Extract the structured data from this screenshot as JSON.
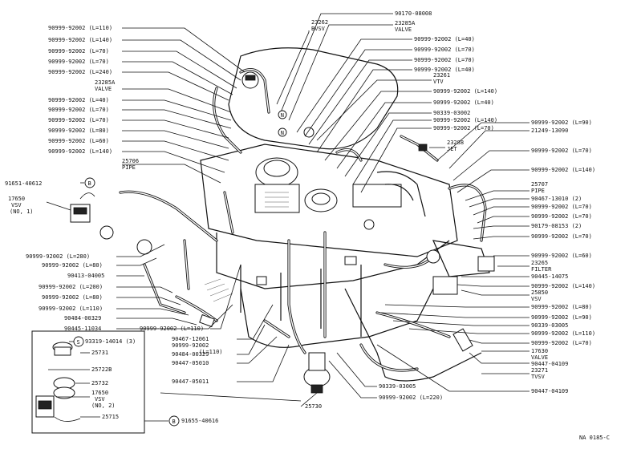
{
  "diagram_code": "NA 0185-C",
  "left_labels": [
    "90999-92002 (L=110)",
    "90999-92002 (L=140)",
    "90999-92002 (L=70)",
    "90999-92002 (L=70)",
    "90999-92002 (L=240)",
    "23285A",
    "VALVE",
    "90999-92002 (L=40)",
    "90999-92002 (L=70)",
    "90999-92002 (L=70)",
    "90999-92002 (L=80)",
    "90999-92002 (L=60)",
    "90999-92002 (L=140)",
    "25706",
    "PIPE",
    "91651-40612",
    "17650",
    "VSV",
    "(NO, 1)"
  ],
  "left_bottom_labels": [
    "90999-92002 (L=280)",
    "90999-92002 (L=80)",
    "90413-04005",
    "90999-92002 (L=200)",
    "90999-92002 (L=80)",
    "90999-92002 (L=110)",
    "90484-00329",
    "90445-11034",
    "90999-92002 (L=110)"
  ],
  "top_labels": [
    "23262",
    "BVSV",
    "90170-08008",
    "23285A",
    "VALVE"
  ],
  "center_labels": [
    "90999-92002 (L=40)",
    "90999-92002 (L=70)",
    "90999-92002 (L=70)",
    "90999-92002 (L=40)",
    "23261",
    "VTV",
    "90999-92002 (L=140)",
    "90999-92002 (L=40)",
    "90339-03002",
    "90999-92002 (L=140)",
    "90999-92002 (L=70)",
    "23288",
    "JET"
  ],
  "right_labels": [
    "90999-92002 (L=90)",
    "21249-13090",
    "90999-92002 (L=70)",
    "90999-92002 (L=140)",
    "25707",
    "PIPE",
    "90467-13010 (2)",
    "90999-92002 (L=70)",
    "90999-92002 (L=70)",
    "90179-08153 (2)",
    "90999-92002 (L=70)",
    "90999-92002 (L=60)",
    "23265",
    "FILTER",
    "90445-14075",
    "90999-92002 (L=140)",
    "25850",
    "VSV",
    "90999-92002 (L=80)",
    "90999-92002 (L=90)",
    "90339-03005",
    "90999-92002 (L=110)",
    "90999-92002 (L=70)",
    "17630",
    "VALVE",
    "90447-04109",
    "23271",
    "TVSV",
    "90447-04109"
  ],
  "bottom_center_labels": [
    "90467-12061",
    "90999-92002",
    "(L=110)",
    "90484-00329",
    "90447-05010",
    "90447-05011",
    "90339-03005",
    "90999-92002 (L=220)",
    "25730"
  ],
  "inset_labels": [
    "93319-14014 (3)",
    "25731",
    "25722B",
    "25732",
    "17650",
    "VSV",
    "(NO, 2)",
    "25715",
    "91655-40616"
  ],
  "markers": [
    "B",
    "S",
    "B",
    "N",
    "N"
  ]
}
